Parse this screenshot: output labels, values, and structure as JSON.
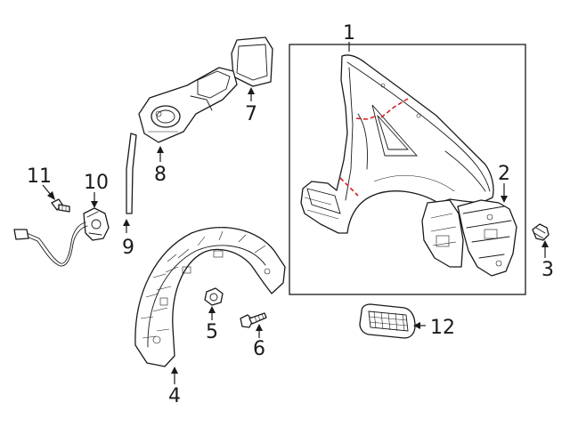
{
  "callouts": {
    "c1": "1",
    "c2": "2",
    "c3": "3",
    "c4": "4",
    "c5": "5",
    "c6": "6",
    "c7": "7",
    "c8": "8",
    "c9": "9",
    "c10": "10",
    "c11": "11",
    "c12": "12"
  },
  "colors": {
    "line": "#1a1a1a",
    "cut_line": "#d62020",
    "background": "#ffffff"
  }
}
